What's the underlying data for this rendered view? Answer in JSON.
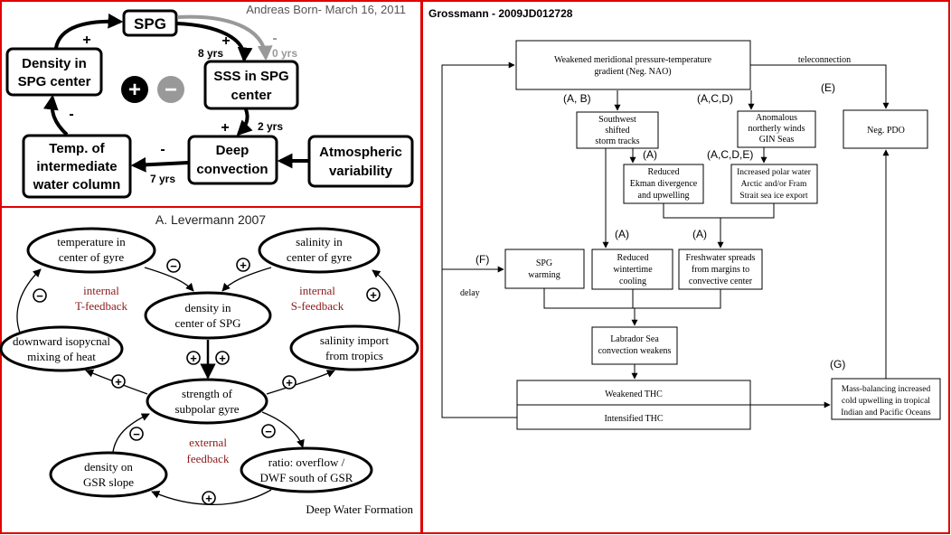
{
  "panel_born": {
    "credit": "Andreas Born- March 16, 2011",
    "boxes": {
      "spg": "SPG",
      "density_line1": "Density in",
      "density_line2": "SPG center",
      "sss_line1": "SSS in SPG",
      "sss_line2": "center",
      "deep_line1": "Deep",
      "deep_line2": "convection",
      "atmo_line1": "Atmospheric",
      "atmo_line2": "variability",
      "temp_line1": "Temp. of",
      "temp_line2": "intermediate",
      "temp_line3": "water column"
    },
    "labels": {
      "plus_density_spg": "+",
      "plus_spg_sss": "+",
      "minus_spg_sss": "-",
      "yrs_8": "8 yrs",
      "yrs_0": "0 yrs",
      "plus_sss_deep": "+",
      "yrs_2": "2 yrs",
      "minus_deep_temp": "-",
      "yrs_7": "7 yrs",
      "minus_temp_density": "-"
    },
    "legend_plus": "+",
    "legend_minus": "−",
    "colors": {
      "positive": "#000000",
      "negative": "#999999"
    }
  },
  "panel_levermann": {
    "credit": "A. Levermann 2007",
    "nodes": {
      "temp_line1": "temperature in",
      "temp_line2": "center of gyre",
      "sal_line1": "salinity in",
      "sal_line2": "center of gyre",
      "dens_line1": "density in",
      "dens_line2": "center of SPG",
      "down_line1": "downward isopycnal",
      "down_line2": "mixing of heat",
      "import_line1": "salinity import",
      "import_line2": "from tropics",
      "strength_line1": "strength of",
      "strength_line2": "subpolar gyre",
      "gsr_line1": "density on",
      "gsr_line2": "GSR slope",
      "ratio_line1": "ratio: overflow /",
      "ratio_line2": "DWF south of GSR"
    },
    "feedbacks": {
      "internal_t_line1": "internal",
      "internal_t_line2": "T-feedback",
      "internal_s_line1": "internal",
      "internal_s_line2": "S-feedback",
      "external_line1": "external",
      "external_line2": "feedback"
    },
    "signs": {
      "temp_to_dens": "−",
      "sal_to_dens": "+",
      "left_loop": "−",
      "right_loop": "+",
      "dens_strength_1": "+",
      "dens_strength_2": "+",
      "strength_down": "+",
      "strength_import": "+",
      "gsr_to_strength": "−",
      "strength_to_ratio": "−",
      "ratio_to_gsr": "+"
    },
    "footer": "Deep Water Formation",
    "feedback_color": "#8b1a1a"
  },
  "panel_grossmann": {
    "credit": "Grossmann - 2009JD012728",
    "boxes": {
      "weak_line1": "Weakened meridional pressure-temperature",
      "weak_line2": "gradient (Neg. NAO)",
      "sw_line1": "Southwest",
      "sw_line2": "shifted",
      "sw_line3": "storm tracks",
      "anom_line1": "Anomalous",
      "anom_line2": "northerly winds",
      "anom_line3": "GIN Seas",
      "pdo": "Neg. PDO",
      "ekman_line1": "Reduced",
      "ekman_line2": "Ekman divergence",
      "ekman_line3": "and upwelling",
      "polar_line1": "Increased polar water",
      "polar_line2": "Arctic and/or Fram",
      "polar_line3": "Strait sea ice export",
      "spgw_line1": "SPG",
      "spgw_line2": "warming",
      "cool_line1": "Reduced",
      "cool_line2": "wintertime",
      "cool_line3": "cooling",
      "fresh_line1": "Freshwater spreads",
      "fresh_line2": "from margins to",
      "fresh_line3": "convective center",
      "lab_line1": "Labrador Sea",
      "lab_line2": "convection weakens",
      "thc_weak": "Weakened THC",
      "thc_int": "Intensified THC",
      "mass_line1": "Mass-balancing increased",
      "mass_line2": "cold upwelling in tropical",
      "mass_line3": "Indian and Pacific Oceans"
    },
    "labels": {
      "ab": "(A, B)",
      "acd": "(A,C,D)",
      "e": "(E)",
      "teleconnection": "teleconnection",
      "a_ekman": "(A)",
      "acde": "(A,C,D,E)",
      "a_cool": "(A)",
      "a_fresh": "(A)",
      "f": "(F)",
      "delay": "delay",
      "g": "(G)"
    }
  }
}
